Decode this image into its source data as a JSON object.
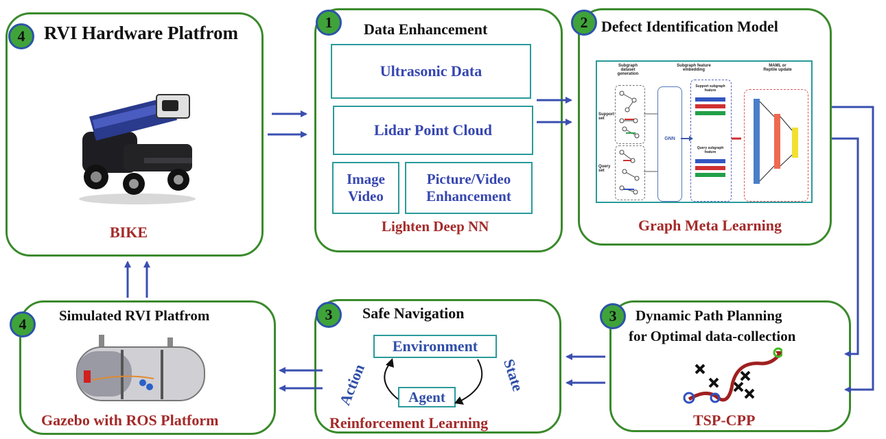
{
  "panels": {
    "hardware": {
      "badge": "4",
      "title": "RVI Hardware Platfrom",
      "caption": "BIKE"
    },
    "enhancement": {
      "badge": "1",
      "title": "Data Enhancement",
      "box1": "Ultrasonic Data",
      "box2": "Lidar Point Cloud",
      "box3_line1": "Image",
      "box3_line2": "Video",
      "box4_line1": "Picture/Video",
      "box4_line2": "Enhancement",
      "caption": "Lighten Deep NN"
    },
    "defect": {
      "badge": "2",
      "title": "Defect Identification Model",
      "caption": "Graph Meta Learning",
      "figure": {
        "col1_header": "Subgraph dataset generation",
        "col2_header": "Subgraph feature embedding",
        "col3_header": "MAML or Reptile update",
        "support_label": "Support set",
        "query_label": "Query set",
        "gnn_label": "GNN",
        "support_feature": "Support subgraph feature",
        "query_feature": "Query subgraph feature"
      }
    },
    "simulated": {
      "badge": "4",
      "title": "Simulated RVI Platfrom",
      "caption": "Gazebo with ROS Platform"
    },
    "navigation": {
      "badge": "3",
      "title": "Safe Navigation",
      "environment": "Environment",
      "agent": "Agent",
      "action": "Action",
      "state": "State",
      "caption": "Reinforcement Learning"
    },
    "path": {
      "badge": "3",
      "title_line1": "Dynamic Path Planning",
      "title_line2": "for Optimal data-collection",
      "caption": "TSP-CPP"
    }
  },
  "colors": {
    "panel_border": "#3a8a2c",
    "badge_fill": "#3fa33a",
    "arrow": "#3a4fb0",
    "caption_red": "#a42a2a",
    "box_border": "#2a9a9a"
  }
}
